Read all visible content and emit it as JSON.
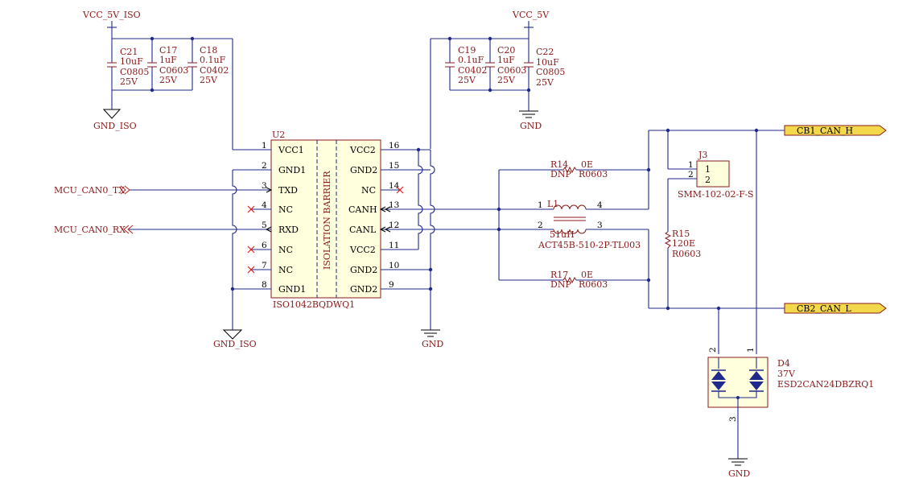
{
  "power": {
    "vcc_5v_iso": "VCC_5V_ISO",
    "vcc_5v": "VCC_5V",
    "gnd_iso": "GND_ISO",
    "gnd": "GND"
  },
  "caps_left": [
    {
      "ref": "C21",
      "value": "10uF",
      "package": "C0805",
      "voltage": "25V"
    },
    {
      "ref": "C17",
      "value": "1uF",
      "package": "C0603",
      "voltage": "25V"
    },
    {
      "ref": "C18",
      "value": "0.1uF",
      "package": "C0402",
      "voltage": "25V"
    }
  ],
  "caps_right": [
    {
      "ref": "C19",
      "value": "0.1uF",
      "package": "C0402",
      "voltage": "25V"
    },
    {
      "ref": "C20",
      "value": "1uF",
      "package": "C0603",
      "voltage": "25V"
    },
    {
      "ref": "C22",
      "value": "10uF",
      "package": "C0805",
      "voltage": "25V"
    }
  ],
  "u2": {
    "ref": "U2",
    "part": "ISO1042BQDWQ1",
    "barrier": "ISOLATION BARRIER",
    "left_pins": [
      {
        "num": "1",
        "name": "VCC1"
      },
      {
        "num": "2",
        "name": "GND1"
      },
      {
        "num": "3",
        "name": "TXD"
      },
      {
        "num": "4",
        "name": "NC"
      },
      {
        "num": "5",
        "name": "RXD"
      },
      {
        "num": "6",
        "name": "NC"
      },
      {
        "num": "7",
        "name": "NC"
      },
      {
        "num": "8",
        "name": "GND1"
      }
    ],
    "right_pins": [
      {
        "num": "16",
        "name": "VCC2"
      },
      {
        "num": "15",
        "name": "GND2"
      },
      {
        "num": "14",
        "name": "NC"
      },
      {
        "num": "13",
        "name": "CANH"
      },
      {
        "num": "12",
        "name": "CANL"
      },
      {
        "num": "11",
        "name": "VCC2"
      },
      {
        "num": "10",
        "name": "GND2"
      },
      {
        "num": "9",
        "name": "GND2"
      }
    ]
  },
  "ports": {
    "mcu_tx": "MCU_CAN0_TX",
    "mcu_rx": "MCU_CAN0_RX",
    "cb1": "CB1_CAN_H",
    "cb2": "CB2_CAN_L"
  },
  "r14": {
    "ref": "R14",
    "dnp": "DNP",
    "value": "0E",
    "package": "R0603"
  },
  "r17": {
    "ref": "R17",
    "dnp": "DNP",
    "value": "0E",
    "package": "R0603"
  },
  "l1": {
    "ref": "L1",
    "value": "51uH",
    "part": "ACT45B-510-2P-TL003",
    "p1": "1",
    "p2": "2",
    "p3": "3",
    "p4": "4"
  },
  "r15": {
    "ref": "R15",
    "value": "120E",
    "package": "R0603"
  },
  "j3": {
    "ref": "J3",
    "part": "SMM-102-02-F-S",
    "p1": "1",
    "p2": "2",
    "in1": "1",
    "in2": "2"
  },
  "d4": {
    "ref": "D4",
    "value": "37V",
    "part": "ESD2CAN24DBZRQ1",
    "p1": "1",
    "p2": "2",
    "p3": "3"
  }
}
